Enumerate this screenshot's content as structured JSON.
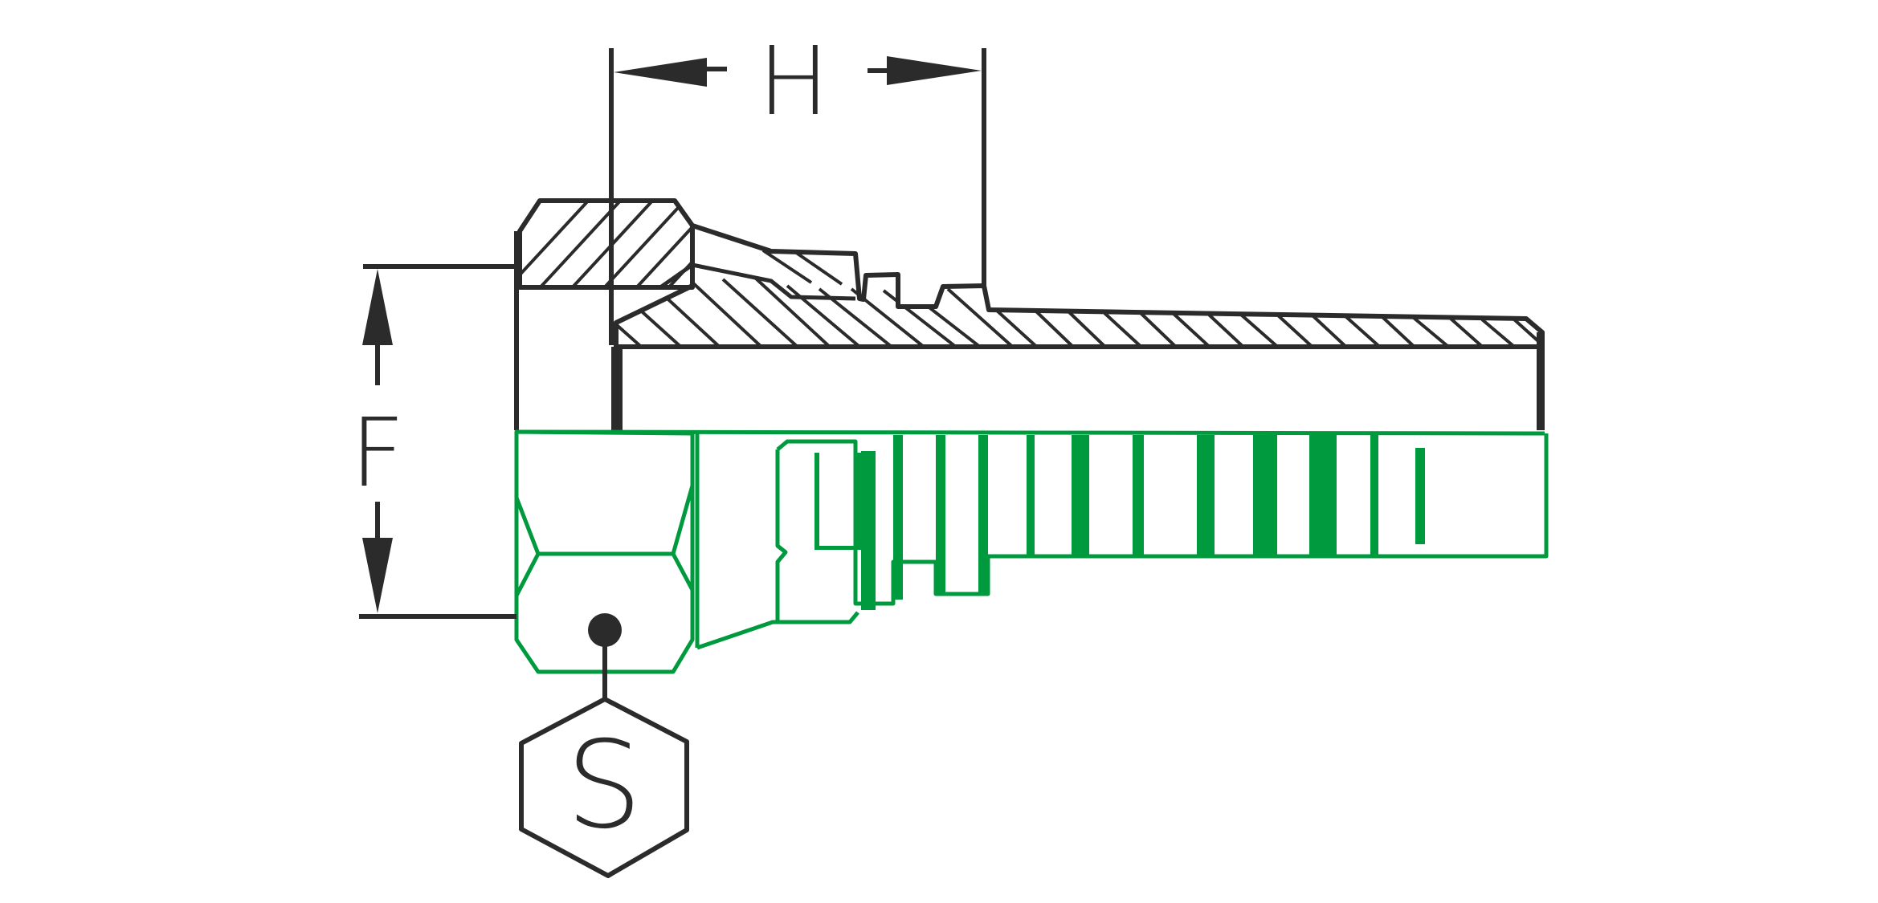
{
  "labels": {
    "dim_h": "H",
    "dim_f": "F",
    "hex_s": "S"
  },
  "colors": {
    "outline": "#2b2b2b",
    "accent": "#009a3e",
    "background": "#ffffff"
  }
}
